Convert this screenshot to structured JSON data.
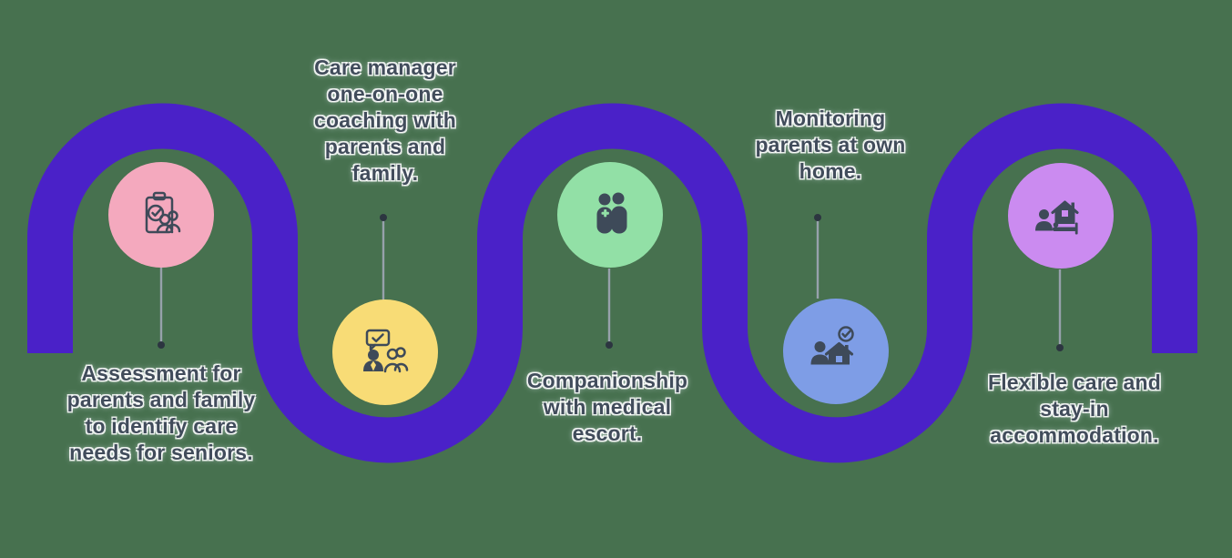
{
  "background_color": "#47714F",
  "path_color": "#4A21C8",
  "icon_color": "#3E4A59",
  "text_color": "#414C5B",
  "pin_color": "#97A1AB",
  "pin_dot_color": "#2C3540",
  "steps": [
    {
      "name": "assessment",
      "label": "Assessment for\nparents and family\nto identify care\nneeds for seniors.",
      "circle_color": "#F4A9BE",
      "icon": "clipboard-check-people-icon",
      "text_position": "below"
    },
    {
      "name": "coaching",
      "label": "Care manager\none-on-one\ncoaching with\nparents and\nfamily.",
      "circle_color": "#F8DC76",
      "icon": "coach-speech-bubble-check-icon",
      "text_position": "above"
    },
    {
      "name": "companionship",
      "label": "Companionship\nwith medical\nescort.",
      "circle_color": "#92E0A6",
      "icon": "two-companions-medical-cross-icon",
      "text_position": "below"
    },
    {
      "name": "monitoring",
      "label": "Monitoring\nparents at own\nhome.",
      "circle_color": "#7E9DE6",
      "icon": "person-home-check-icon",
      "text_position": "above"
    },
    {
      "name": "stay-in",
      "label": "Flexible care and\nstay-in\naccommodation.",
      "circle_color": "#CB8BF0",
      "icon": "person-home-bed-icon",
      "text_position": "below"
    }
  ]
}
